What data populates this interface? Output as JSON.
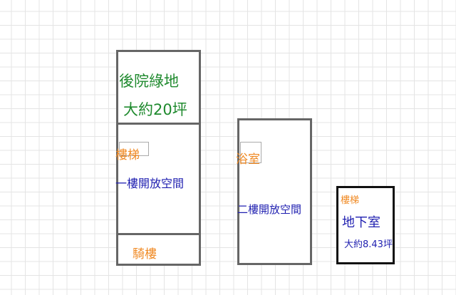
{
  "building1": {
    "backyard": "後院綠地",
    "backyard_area": "大約20坪",
    "stairs": "樓梯",
    "floor1": "一樓開放空間",
    "arcade": "騎樓"
  },
  "building2": {
    "bathroom": "浴室",
    "floor2": "二樓開放空間"
  },
  "basement": {
    "stairs": "樓梯",
    "name": "地下室",
    "area": "大約8.43坪"
  }
}
